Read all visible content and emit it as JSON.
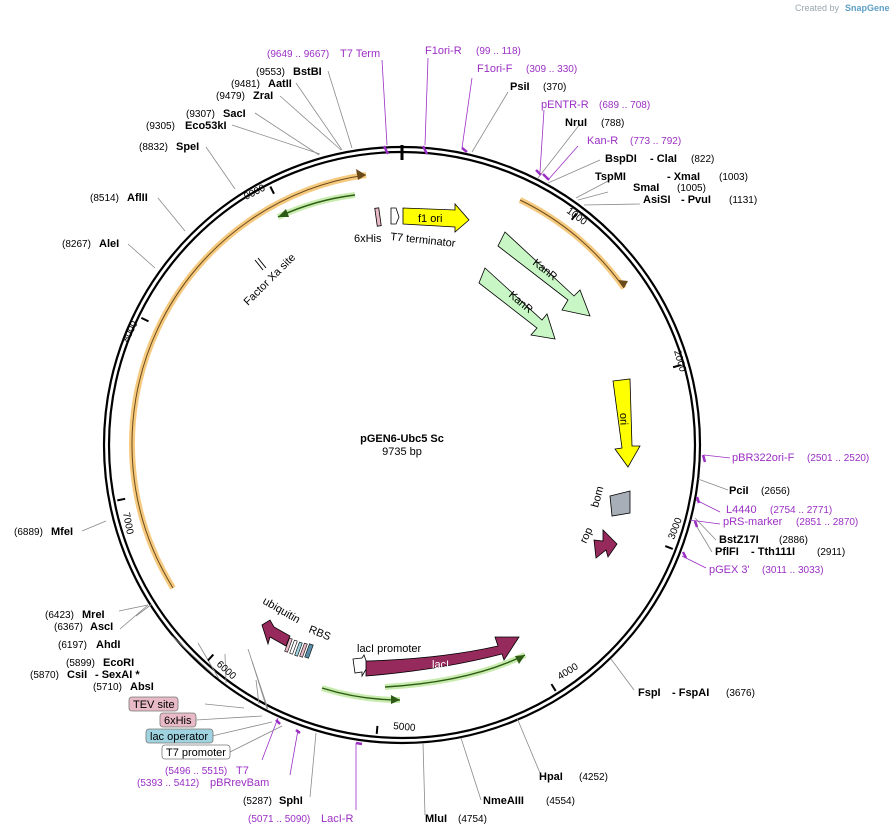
{
  "brand": {
    "prefix": "Created by",
    "name": "SnapGene"
  },
  "plasmid": {
    "name": "pGEN6-Ubc5 Sc",
    "size": "9735 bp"
  },
  "ticks": [
    "1000",
    "2000",
    "3000",
    "4000",
    "5000",
    "6000",
    "7000",
    "8000",
    "9000"
  ],
  "enzymes": [
    {
      "pos": "(370)",
      "name": "PsiI"
    },
    {
      "pos": "(788)",
      "name": "NruI"
    },
    {
      "name": "BspDI",
      "name2": "ClaI",
      "pos": "(822)"
    },
    {
      "name": "TspMI",
      "name2": "XmaI",
      "pos": "(1003)"
    },
    {
      "name": "SmaI",
      "pos": "(1005)"
    },
    {
      "name": "AsiSI",
      "name2": "PvuI",
      "pos": "(1131)"
    },
    {
      "name": "PciI",
      "pos": "(2656)"
    },
    {
      "name": "BstZ17I",
      "pos": "(2886)"
    },
    {
      "name": "PflFI",
      "name2": "Tth111I",
      "pos": "(2911)"
    },
    {
      "name": "FspI",
      "name2": "FspAI",
      "pos": "(3676)"
    },
    {
      "name": "HpaI",
      "pos": "(4252)"
    },
    {
      "name": "NmeAIII",
      "pos": "(4554)"
    },
    {
      "name": "MluI",
      "pos": "(4754)"
    },
    {
      "pos": "(5287)",
      "name": "SphI"
    },
    {
      "pos": "(5710)",
      "name": "AbsI"
    },
    {
      "pos": "(5870)",
      "name": "CsiI",
      "name2": "SexAI *"
    },
    {
      "pos": "(5899)",
      "name": "EcoRI"
    },
    {
      "pos": "(6197)",
      "name": "AhdI"
    },
    {
      "pos": "(6367)",
      "name": "AscI"
    },
    {
      "pos": "(6423)",
      "name": "MreI"
    },
    {
      "pos": "(6889)",
      "name": "MfeI"
    },
    {
      "pos": "(8267)",
      "name": "AleI"
    },
    {
      "pos": "(8514)",
      "name": "AflII"
    },
    {
      "pos": "(8832)",
      "name": "SpeI"
    },
    {
      "pos": "(9305)",
      "name": "Eco53kI"
    },
    {
      "pos": "(9307)",
      "name": "SacI"
    },
    {
      "pos": "(9479)",
      "name": "ZraI"
    },
    {
      "pos": "(9481)",
      "name": "AatII"
    },
    {
      "pos": "(9553)",
      "name": "BstBI"
    }
  ],
  "primers": [
    {
      "range": "(9649 .. 9667)",
      "name": "T7 Term"
    },
    {
      "name": "F1ori-R",
      "range": "(99 .. 118)"
    },
    {
      "name": "F1ori-F",
      "range": "(309 .. 330)"
    },
    {
      "name": "pENTR-R",
      "range": "(689 .. 708)"
    },
    {
      "name": "Kan-R",
      "range": "(773 .. 792)"
    },
    {
      "name": "pBR322ori-F",
      "range": "(2501 .. 2520)"
    },
    {
      "name": "L4440",
      "range": "(2754 .. 2771)"
    },
    {
      "name": "pRS-marker",
      "range": "(2851 .. 2870)"
    },
    {
      "name": "pGEX 3'",
      "range": "(3011 .. 3033)"
    },
    {
      "range": "(5496 .. 5515)",
      "name": "T7"
    },
    {
      "range": "(5393 .. 5412)",
      "name": "pBRrevBam"
    },
    {
      "range": "(5071 .. 5090)",
      "name": "LacI-R"
    }
  ],
  "features": {
    "his_top": "6xHis",
    "t7_term": "T7 terminator",
    "f1_ori": "f1 ori",
    "kanr1": "KanR",
    "kanr2": "KanR",
    "ori": "ori",
    "bom": "bom",
    "rop": "rop",
    "factor_xa": "Factor Xa site",
    "ubiquitin": "ubiquitin",
    "rbs": "RBS",
    "laci_promoter": "lacI promoter",
    "laci": "lacI"
  },
  "boxed_labels": [
    {
      "text": "TEV site",
      "color": "#e8b9c6"
    },
    {
      "text": "6xHis",
      "color": "#e8b9c6"
    },
    {
      "text": "lac operator",
      "color": "#9fd3e0"
    },
    {
      "text": "T7 promoter",
      "color": "#ffffff"
    }
  ],
  "colors": {
    "primer": "#9b2fc4",
    "yellow": "#ffff00",
    "green_feature": "#c8f7c5",
    "maroon": "#962a5c",
    "orange_arc": "#f5b044",
    "green_arc": "#72c23d",
    "bom_gray": "#a7aeb8"
  }
}
